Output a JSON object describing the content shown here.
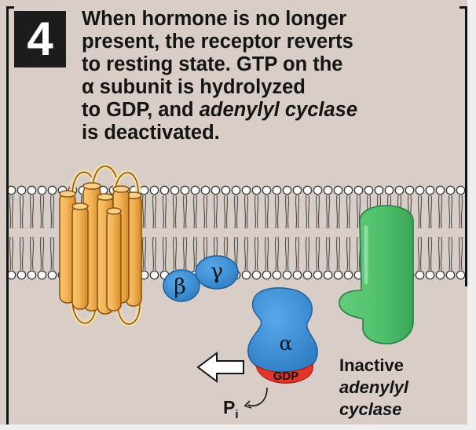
{
  "step_number": "4",
  "caption": {
    "line1": "When hormone is no longer",
    "line2": "present, the receptor reverts",
    "line3": "to resting state. GTP on the",
    "line4_symbol": "α",
    "line4_text": " subunit is hydrolyzed",
    "line5_plain": "to GDP, and ",
    "line5_italic": "adenylyl cyclase",
    "line6": "is deactivated."
  },
  "labels": {
    "beta": "β",
    "gamma": "γ",
    "alpha": "α",
    "gdp": "GDP",
    "pi_main": "P",
    "pi_sub": "i",
    "enzyme_line1": "Inactive",
    "enzyme_line2": "adenylyl",
    "enzyme_line3": "cyclase"
  },
  "colors": {
    "background": "#d8cec7",
    "frame": "#141414",
    "receptor_fill": "#f2b35a",
    "receptor_outline": "#8a5510",
    "g_protein_blue": "#3b8fd6",
    "gdp_red": "#e2362b",
    "enzyme_green": "#4fbf6b",
    "membrane_head": "#ffffff",
    "arrow_fill": "#ffffff"
  }
}
